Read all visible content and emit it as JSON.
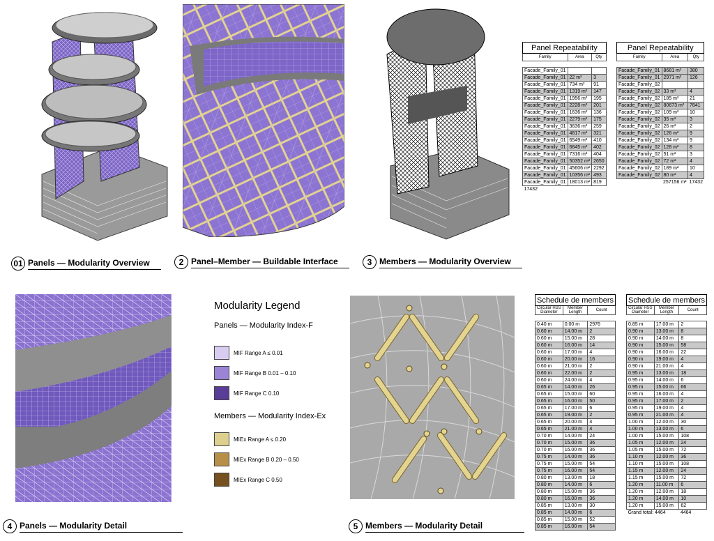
{
  "captions": {
    "v1": {
      "num": "01",
      "text": "Panels — Modularity Overview"
    },
    "v2": {
      "num": "2",
      "text": "Panel–Member — Buildable Interface"
    },
    "v3": {
      "num": "3",
      "text": "Members — Modularity Overview"
    },
    "v4": {
      "num": "4",
      "text": "Panels — Modularity Detail"
    },
    "v5": {
      "num": "5",
      "text": "Members — Modularity Detail"
    }
  },
  "panel_table": {
    "title": "Panel Repeatability",
    "headers": [
      "Family",
      "Area",
      "Qty"
    ],
    "left_rows": [
      [
        "Facade_Family_01",
        "",
        ""
      ],
      [
        "Facade_Family_01",
        "22 m²",
        "3"
      ],
      [
        "Facade_Family_01",
        "734 m²",
        "91"
      ],
      [
        "Facade_Family_01",
        "1319 m²",
        "147"
      ],
      [
        "Facade_Family_01",
        "1956 m²",
        "195"
      ],
      [
        "Facade_Family_01",
        "2228 m²",
        "201"
      ],
      [
        "Facade_Family_01",
        "1636 m²",
        "136"
      ],
      [
        "Facade_Family_01",
        "2279 m²",
        "175"
      ],
      [
        "Facade_Family_01",
        "3636 m²",
        "259"
      ],
      [
        "Facade_Family_01",
        "4817 m²",
        "321"
      ],
      [
        "Facade_Family_01",
        "6549 m²",
        "410"
      ],
      [
        "Facade_Family_01",
        "6845 m²",
        "402"
      ],
      [
        "Facade_Family_01",
        "7316 m²",
        "404"
      ],
      [
        "Facade_Family_01",
        "50352 m²",
        "2650"
      ],
      [
        "Facade_Family_01",
        "45606 m²",
        "2292"
      ],
      [
        "Facade_Family_01",
        "10356 m²",
        "493"
      ],
      [
        "Facade_Family_01",
        "18013 m²",
        "819"
      ]
    ],
    "left_total": "17432",
    "right_rows": [
      [
        "Facade_Family_01",
        "8681 m²",
        "380"
      ],
      [
        "Facade_Family_01",
        "2971 m²",
        "126"
      ],
      [
        "Facade_Family_02",
        "",
        ""
      ],
      [
        "Facade_Family_02",
        "33 m²",
        "4"
      ],
      [
        "Facade_Family_02",
        "185 m²",
        "21"
      ],
      [
        "Facade_Family_02",
        "80673 m²",
        "7841"
      ],
      [
        "Facade_Family_02",
        "109 m²",
        "10"
      ],
      [
        "Facade_Family_02",
        "35 m²",
        "3"
      ],
      [
        "Facade_Family_02",
        "26 m²",
        "2"
      ],
      [
        "Facade_Family_02",
        "126 m²",
        "9"
      ],
      [
        "Facade_Family_02",
        "134 m²",
        "9"
      ],
      [
        "Facade_Family_02",
        "128 m²",
        "8"
      ],
      [
        "Facade_Family_02",
        "51 m²",
        "3"
      ],
      [
        "Facade_Family_02",
        "72 m²",
        "4"
      ],
      [
        "Facade_Family_02",
        "189 m²",
        "10"
      ],
      [
        "Facade_Family_02",
        "80 m²",
        "4"
      ]
    ],
    "right_total": [
      "257156 m²",
      "17432"
    ]
  },
  "members_table": {
    "title": "Schedule de members",
    "headers": [
      "Circular HSS Diameter",
      "Member Length",
      "Count"
    ],
    "left_rows": [
      [
        "0.40 m",
        "0.00 m",
        "2976"
      ],
      [
        "0.60 m",
        "14.00 m",
        "2"
      ],
      [
        "0.60 m",
        "15.00 m",
        "28"
      ],
      [
        "0.60 m",
        "16.00 m",
        "14"
      ],
      [
        "0.60 m",
        "17.00 m",
        "4"
      ],
      [
        "0.60 m",
        "20.00 m",
        "16"
      ],
      [
        "0.60 m",
        "21.00 m",
        "2"
      ],
      [
        "0.60 m",
        "22.00 m",
        "2"
      ],
      [
        "0.60 m",
        "24.00 m",
        "4"
      ],
      [
        "0.65 m",
        "14.00 m",
        "26"
      ],
      [
        "0.65 m",
        "15.00 m",
        "60"
      ],
      [
        "0.65 m",
        "16.00 m",
        "50"
      ],
      [
        "0.65 m",
        "17.00 m",
        "6"
      ],
      [
        "0.65 m",
        "19.00 m",
        "2"
      ],
      [
        "0.65 m",
        "20.00 m",
        "4"
      ],
      [
        "0.65 m",
        "21.00 m",
        "4"
      ],
      [
        "0.70 m",
        "14.00 m",
        "24"
      ],
      [
        "0.70 m",
        "15.00 m",
        "36"
      ],
      [
        "0.70 m",
        "16.00 m",
        "36"
      ],
      [
        "0.75 m",
        "14.00 m",
        "36"
      ],
      [
        "0.75 m",
        "15.00 m",
        "54"
      ],
      [
        "0.75 m",
        "16.00 m",
        "54"
      ],
      [
        "0.80 m",
        "13.00 m",
        "18"
      ],
      [
        "0.80 m",
        "14.00 m",
        "6"
      ],
      [
        "0.80 m",
        "15.00 m",
        "36"
      ],
      [
        "0.80 m",
        "16.00 m",
        "36"
      ],
      [
        "0.85 m",
        "13.00 m",
        "30"
      ],
      [
        "0.85 m",
        "14.00 m",
        "6"
      ],
      [
        "0.85 m",
        "15.00 m",
        "52"
      ],
      [
        "0.85 m",
        "16.00 m",
        "54"
      ]
    ],
    "right_rows": [
      [
        "0.85 m",
        "17.00 m",
        "2"
      ],
      [
        "0.90 m",
        "13.00 m",
        "8"
      ],
      [
        "0.90 m",
        "14.00 m",
        "8"
      ],
      [
        "0.90 m",
        "15.00 m",
        "58"
      ],
      [
        "0.90 m",
        "16.00 m",
        "22"
      ],
      [
        "0.90 m",
        "19.00 m",
        "4"
      ],
      [
        "0.90 m",
        "21.00 m",
        "4"
      ],
      [
        "0.95 m",
        "13.00 m",
        "18"
      ],
      [
        "0.95 m",
        "14.00 m",
        "6"
      ],
      [
        "0.95 m",
        "15.00 m",
        "66"
      ],
      [
        "0.95 m",
        "16.00 m",
        "4"
      ],
      [
        "0.95 m",
        "17.00 m",
        "2"
      ],
      [
        "0.95 m",
        "19.00 m",
        "4"
      ],
      [
        "0.95 m",
        "21.00 m",
        "4"
      ],
      [
        "1.00 m",
        "12.00 m",
        "30"
      ],
      [
        "1.00 m",
        "13.00 m",
        "6"
      ],
      [
        "1.00 m",
        "15.00 m",
        "108"
      ],
      [
        "1.05 m",
        "12.00 m",
        "24"
      ],
      [
        "1.05 m",
        "15.00 m",
        "72"
      ],
      [
        "1.10 m",
        "12.00 m",
        "36"
      ],
      [
        "1.10 m",
        "15.00 m",
        "108"
      ],
      [
        "1.15 m",
        "12.00 m",
        "24"
      ],
      [
        "1.15 m",
        "15.00 m",
        "72"
      ],
      [
        "1.20 m",
        "11.00 m",
        "6"
      ],
      [
        "1.20 m",
        "12.00 m",
        "18"
      ],
      [
        "1.20 m",
        "14.00 m",
        "10"
      ],
      [
        "1.20 m",
        "15.00 m",
        "62"
      ]
    ],
    "grand_total_label": "Grand total: 4464",
    "grand_total_count": "4464"
  },
  "legend": {
    "title": "Modularity Legend",
    "panels_heading": "Panels — Modularity Index-F",
    "panels": [
      {
        "label": "MIF Range A ≤ 0.01",
        "color": "#d8cdf0"
      },
      {
        "label": "MIF Range B 0.01 – 0.10",
        "color": "#9b84d6"
      },
      {
        "label": "MIF Range C 0.10",
        "color": "#5a3d96"
      }
    ],
    "members_heading": "Members — Modularity Index-Ex",
    "members": [
      {
        "label": "MIEx Range A ≤ 0.20",
        "color": "#ddcf8d"
      },
      {
        "label": "MIEx Range B  0.20 – 0.50",
        "color": "#b88f49"
      },
      {
        "label": "MIEx Range C 0.50",
        "color": "#76501f"
      }
    ]
  },
  "colors": {
    "panel_purple": "#8c74d2",
    "panel_light": "#d8cdf0",
    "member_gold": "#e3d48f",
    "slab_grey": "#8a8a8a"
  }
}
